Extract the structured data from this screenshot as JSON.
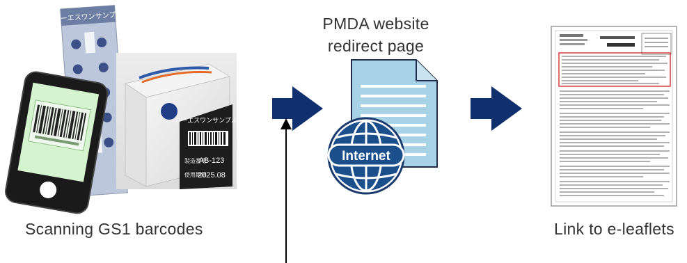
{
  "pmda": {
    "title_line1": "PMDA website",
    "title_line2": "redirect page"
  },
  "globe_label": "Internet",
  "captions": {
    "scan": "Scanning GS1 barcodes",
    "link": "Link to e-leaflets"
  },
  "product": {
    "blister_label": "ジーエスワンサンプル",
    "box_label": "ジーエスワンサンプル",
    "lot_code": "AB-123",
    "expiry": "2025.08",
    "lot_field_label": "製造番号",
    "expiry_field_label": "使用期限"
  },
  "colors": {
    "arrow": "#0f2f6e",
    "document": "#a8d3e6",
    "globe": "#1a4f8c",
    "text": "#333333"
  }
}
